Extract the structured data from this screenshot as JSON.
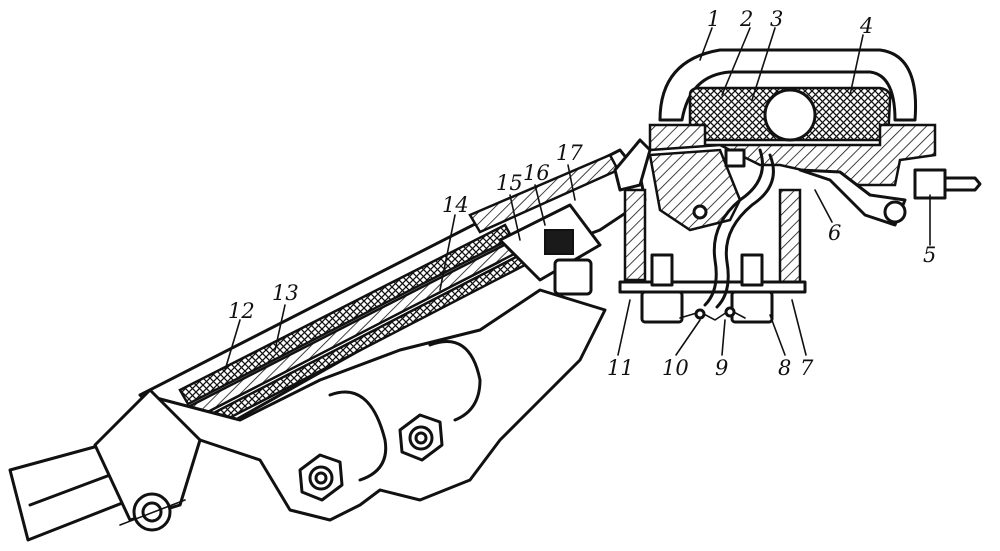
{
  "diagram": {
    "labels": [
      "1",
      "2",
      "3",
      "4",
      "5",
      "6",
      "7",
      "8",
      "9",
      "10",
      "11",
      "12",
      "13",
      "14",
      "15",
      "16",
      "17"
    ]
  },
  "colors": {
    "ink": "#111111",
    "paper": "#ffffff"
  }
}
